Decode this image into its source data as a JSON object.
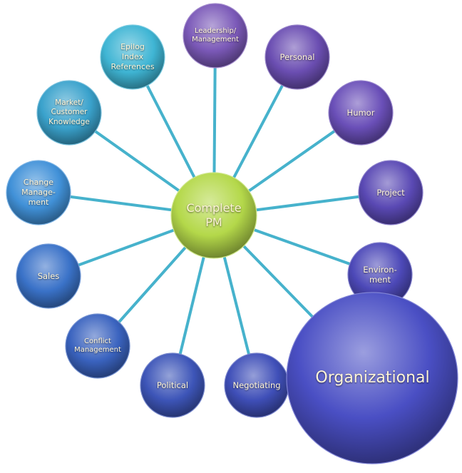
{
  "center": {
    "label": "Complete\nPM",
    "color": "#b4d84a"
  },
  "big_node": {
    "label": "Organizational",
    "color": "#4a4fc4"
  },
  "connector_color": "#46b2cc",
  "nodes": [
    {
      "id": "leadership",
      "label": "Leadership/\nManagement",
      "color": "#7b59b8"
    },
    {
      "id": "personal",
      "label": "Personal",
      "color": "#6b4eb2"
    },
    {
      "id": "humor",
      "label": "Humor",
      "color": "#6a4fb8"
    },
    {
      "id": "project",
      "label": "Project",
      "color": "#5a49b4"
    },
    {
      "id": "environment",
      "label": "Environ-\nment",
      "color": "#4d49b8"
    },
    {
      "id": "negotiating",
      "label": "Negotiating",
      "color": "#3f4fb8"
    },
    {
      "id": "political",
      "label": "Political",
      "color": "#3d55b8"
    },
    {
      "id": "conflict",
      "label": "Conflict\nManagement",
      "color": "#3a63bf"
    },
    {
      "id": "sales",
      "label": "Sales",
      "color": "#3a72c8"
    },
    {
      "id": "change",
      "label": "Change\nManage-\nment",
      "color": "#4191d8"
    },
    {
      "id": "market",
      "label": "Market/\nCustomer\nKnowledge",
      "color": "#3aa2cc"
    },
    {
      "id": "epilog",
      "label": "Epilog\nIndex\nReferences",
      "color": "#3fb5d4"
    }
  ]
}
